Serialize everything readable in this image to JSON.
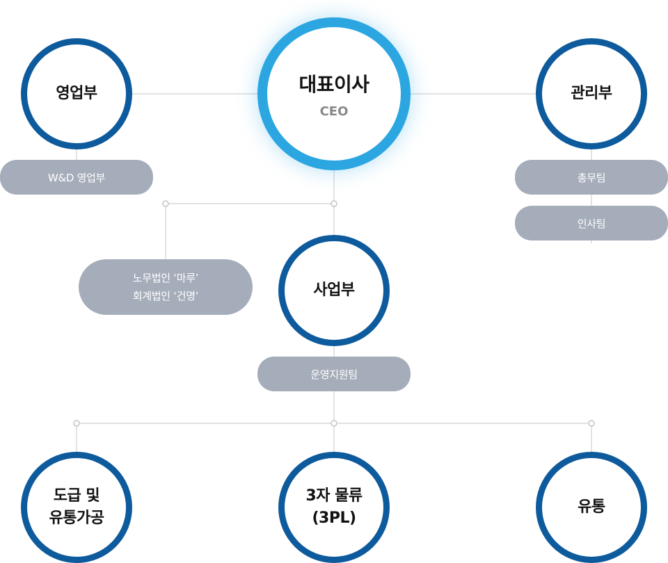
{
  "ceo": {
    "title": "대표이사",
    "subtitle": "CEO"
  },
  "sales": {
    "label": "영업부",
    "team": "W&D 영업부"
  },
  "admin": {
    "label": "관리부",
    "teams": [
      "총무팀",
      "인사팀"
    ]
  },
  "advisors": {
    "lines": [
      "노무법인 ‘마루’",
      "회계법인 ‘건명’"
    ]
  },
  "business": {
    "label": "사업부",
    "team": "운영지원팀"
  },
  "units": [
    "도급 및\n유통가공",
    "3자 물류\n(3PL)",
    "유통"
  ],
  "colors": {
    "dept_border": "#0d5a9c",
    "ceo_border": "#2ba6e1",
    "pill": "#a5adba",
    "line": "#d0d0d0"
  }
}
